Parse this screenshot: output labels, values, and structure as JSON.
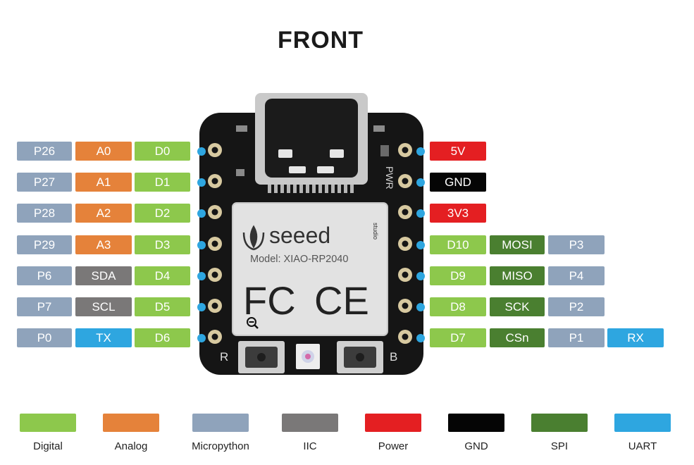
{
  "title": "FRONT",
  "colors": {
    "digital": "#8dc84c",
    "analog": "#e5823a",
    "micropython": "#8fa3bb",
    "iic": "#7a7878",
    "power": "#e41f22",
    "gnd": "#050505",
    "spi": "#4a7f30",
    "uart": "#2ea6e0"
  },
  "left_pins": [
    {
      "micro": "P26",
      "func": "A0",
      "func_type": "analog",
      "digital": "D0"
    },
    {
      "micro": "P27",
      "func": "A1",
      "func_type": "analog",
      "digital": "D1"
    },
    {
      "micro": "P28",
      "func": "A2",
      "func_type": "analog",
      "digital": "D2"
    },
    {
      "micro": "P29",
      "func": "A3",
      "func_type": "analog",
      "digital": "D3"
    },
    {
      "micro": "P6",
      "func": "SDA",
      "func_type": "iic",
      "digital": "D4"
    },
    {
      "micro": "P7",
      "func": "SCL",
      "func_type": "iic",
      "digital": "D5"
    },
    {
      "micro": "P0",
      "func": "TX",
      "func_type": "uart",
      "digital": "D6"
    }
  ],
  "right_pins": [
    {
      "label": "5V",
      "type": "power"
    },
    {
      "label": "GND",
      "type": "gnd"
    },
    {
      "label": "3V3",
      "type": "power"
    },
    {
      "label": "D10",
      "type": "digital",
      "spi": "MOSI",
      "micro": "P3"
    },
    {
      "label": "D9",
      "type": "digital",
      "spi": "MISO",
      "micro": "P4"
    },
    {
      "label": "D8",
      "type": "digital",
      "spi": "SCK",
      "micro": "P2"
    },
    {
      "label": "D7",
      "type": "digital",
      "spi": "CSn",
      "micro": "P1",
      "uart": "RX"
    }
  ],
  "board": {
    "brand": "seeed",
    "brand_sub": "studio",
    "model": "Model: XIAO-RP2040",
    "cert_fc": "FC",
    "cert_ce": "CE",
    "silk_pwr": "PWR",
    "button_r": "R",
    "button_b": "B"
  },
  "legend": [
    {
      "name": "Digital",
      "color_key": "digital"
    },
    {
      "name": "Analog",
      "color_key": "analog"
    },
    {
      "name": "Micropython",
      "color_key": "micropython"
    },
    {
      "name": "IIC",
      "color_key": "iic"
    },
    {
      "name": "Power",
      "color_key": "power"
    },
    {
      "name": "GND",
      "color_key": "gnd"
    },
    {
      "name": "SPI",
      "color_key": "spi"
    },
    {
      "name": "UART",
      "color_key": "uart"
    }
  ]
}
